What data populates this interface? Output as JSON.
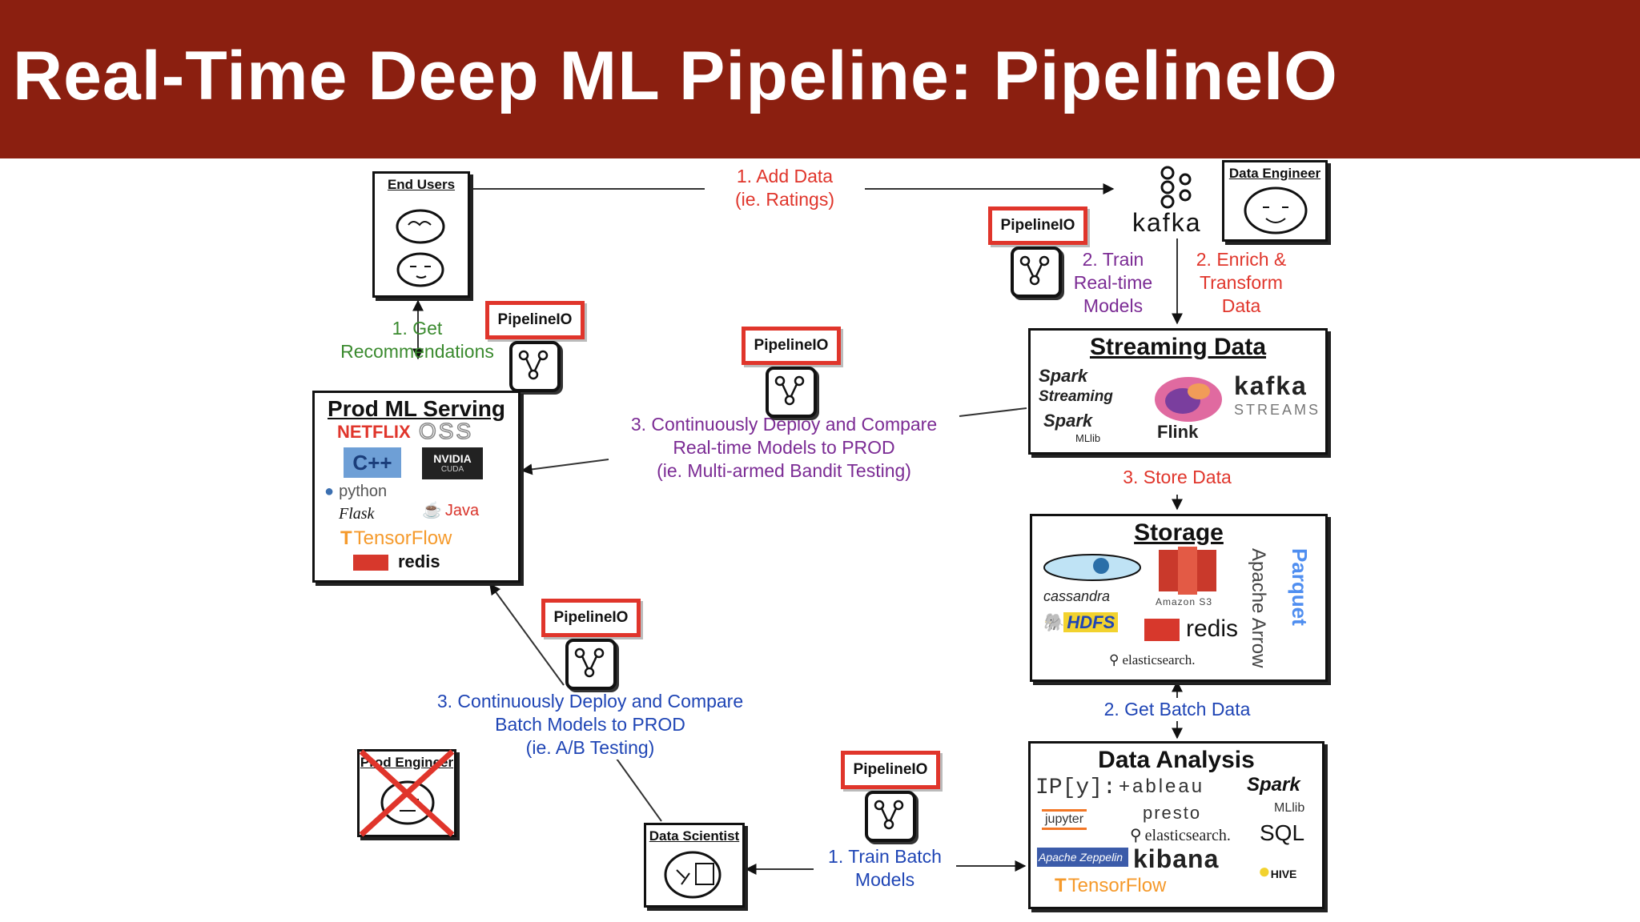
{
  "title": "Real-Time Deep ML Pipeline: PipelineIO",
  "colors": {
    "banner": "#8b1f10",
    "red": "#e0352b",
    "green": "#3a8a2e",
    "purple": "#7b2b94",
    "blue": "#1f45b5"
  },
  "pipelineio_label": "PipelineIO",
  "boxes": {
    "end_users": "End Users",
    "data_engineer": "Data Engineer",
    "prod_ml_serving": "Prod ML Serving",
    "streaming_data": "Streaming Data",
    "storage": "Storage",
    "data_analysis": "Data Analysis",
    "prod_engineer": "Prod Engineer",
    "data_scientist": "Data Scientist"
  },
  "steps": {
    "add_data_1": "1. Add Data",
    "add_data_2": "(ie. Ratings)",
    "train_rt_1": "2. Train",
    "train_rt_2": "Real-time",
    "train_rt_3": "Models",
    "enrich_1": "2. Enrich &",
    "enrich_2": "Transform",
    "enrich_3": "Data",
    "get_rec_1": "1. Get",
    "get_rec_2": "Recommendations",
    "deploy_rt_1": "3. Continuously Deploy and Compare",
    "deploy_rt_2": "Real-time Models to PROD",
    "deploy_rt_3": "(ie. Multi-armed Bandit Testing)",
    "store_data": "3. Store Data",
    "get_batch": "2. Get Batch Data",
    "deploy_batch_1": "3. Continuously Deploy and Compare",
    "deploy_batch_2": "Batch Models to PROD",
    "deploy_batch_3": "(ie. A/B Testing)",
    "train_batch_1": "1. Train Batch",
    "train_batch_2": "Models"
  },
  "logos": {
    "kafka": "kafka",
    "netflix": "NETFLIX",
    "oss": "OSS",
    "cpp": "C++",
    "nvidia": "NVIDIA",
    "cuda": "CUDA",
    "python": "python",
    "flask": "Flask",
    "java": "Java",
    "tensorflow": "TensorFlow",
    "redis": "redis",
    "spark": "Spark",
    "streaming": "Streaming",
    "mllib": "MLlib",
    "flink": "Flink",
    "kafka_streams": "kafka",
    "streams": "STREAMS",
    "cassandra": "cassandra",
    "amazon_s3": "Amazon S3",
    "hdfs": "HDFS",
    "elasticsearch": "elasticsearch.",
    "apache_arrow": "Apache Arrow",
    "parquet": "Parquet",
    "ipython": "IP[y]:",
    "tableau": "+ableau",
    "presto": "presto",
    "jupyter": "jupyter",
    "sql": "SQL",
    "zeppelin": "Apache Zeppelin",
    "kibana": "kibana",
    "hive": "HIVE"
  }
}
